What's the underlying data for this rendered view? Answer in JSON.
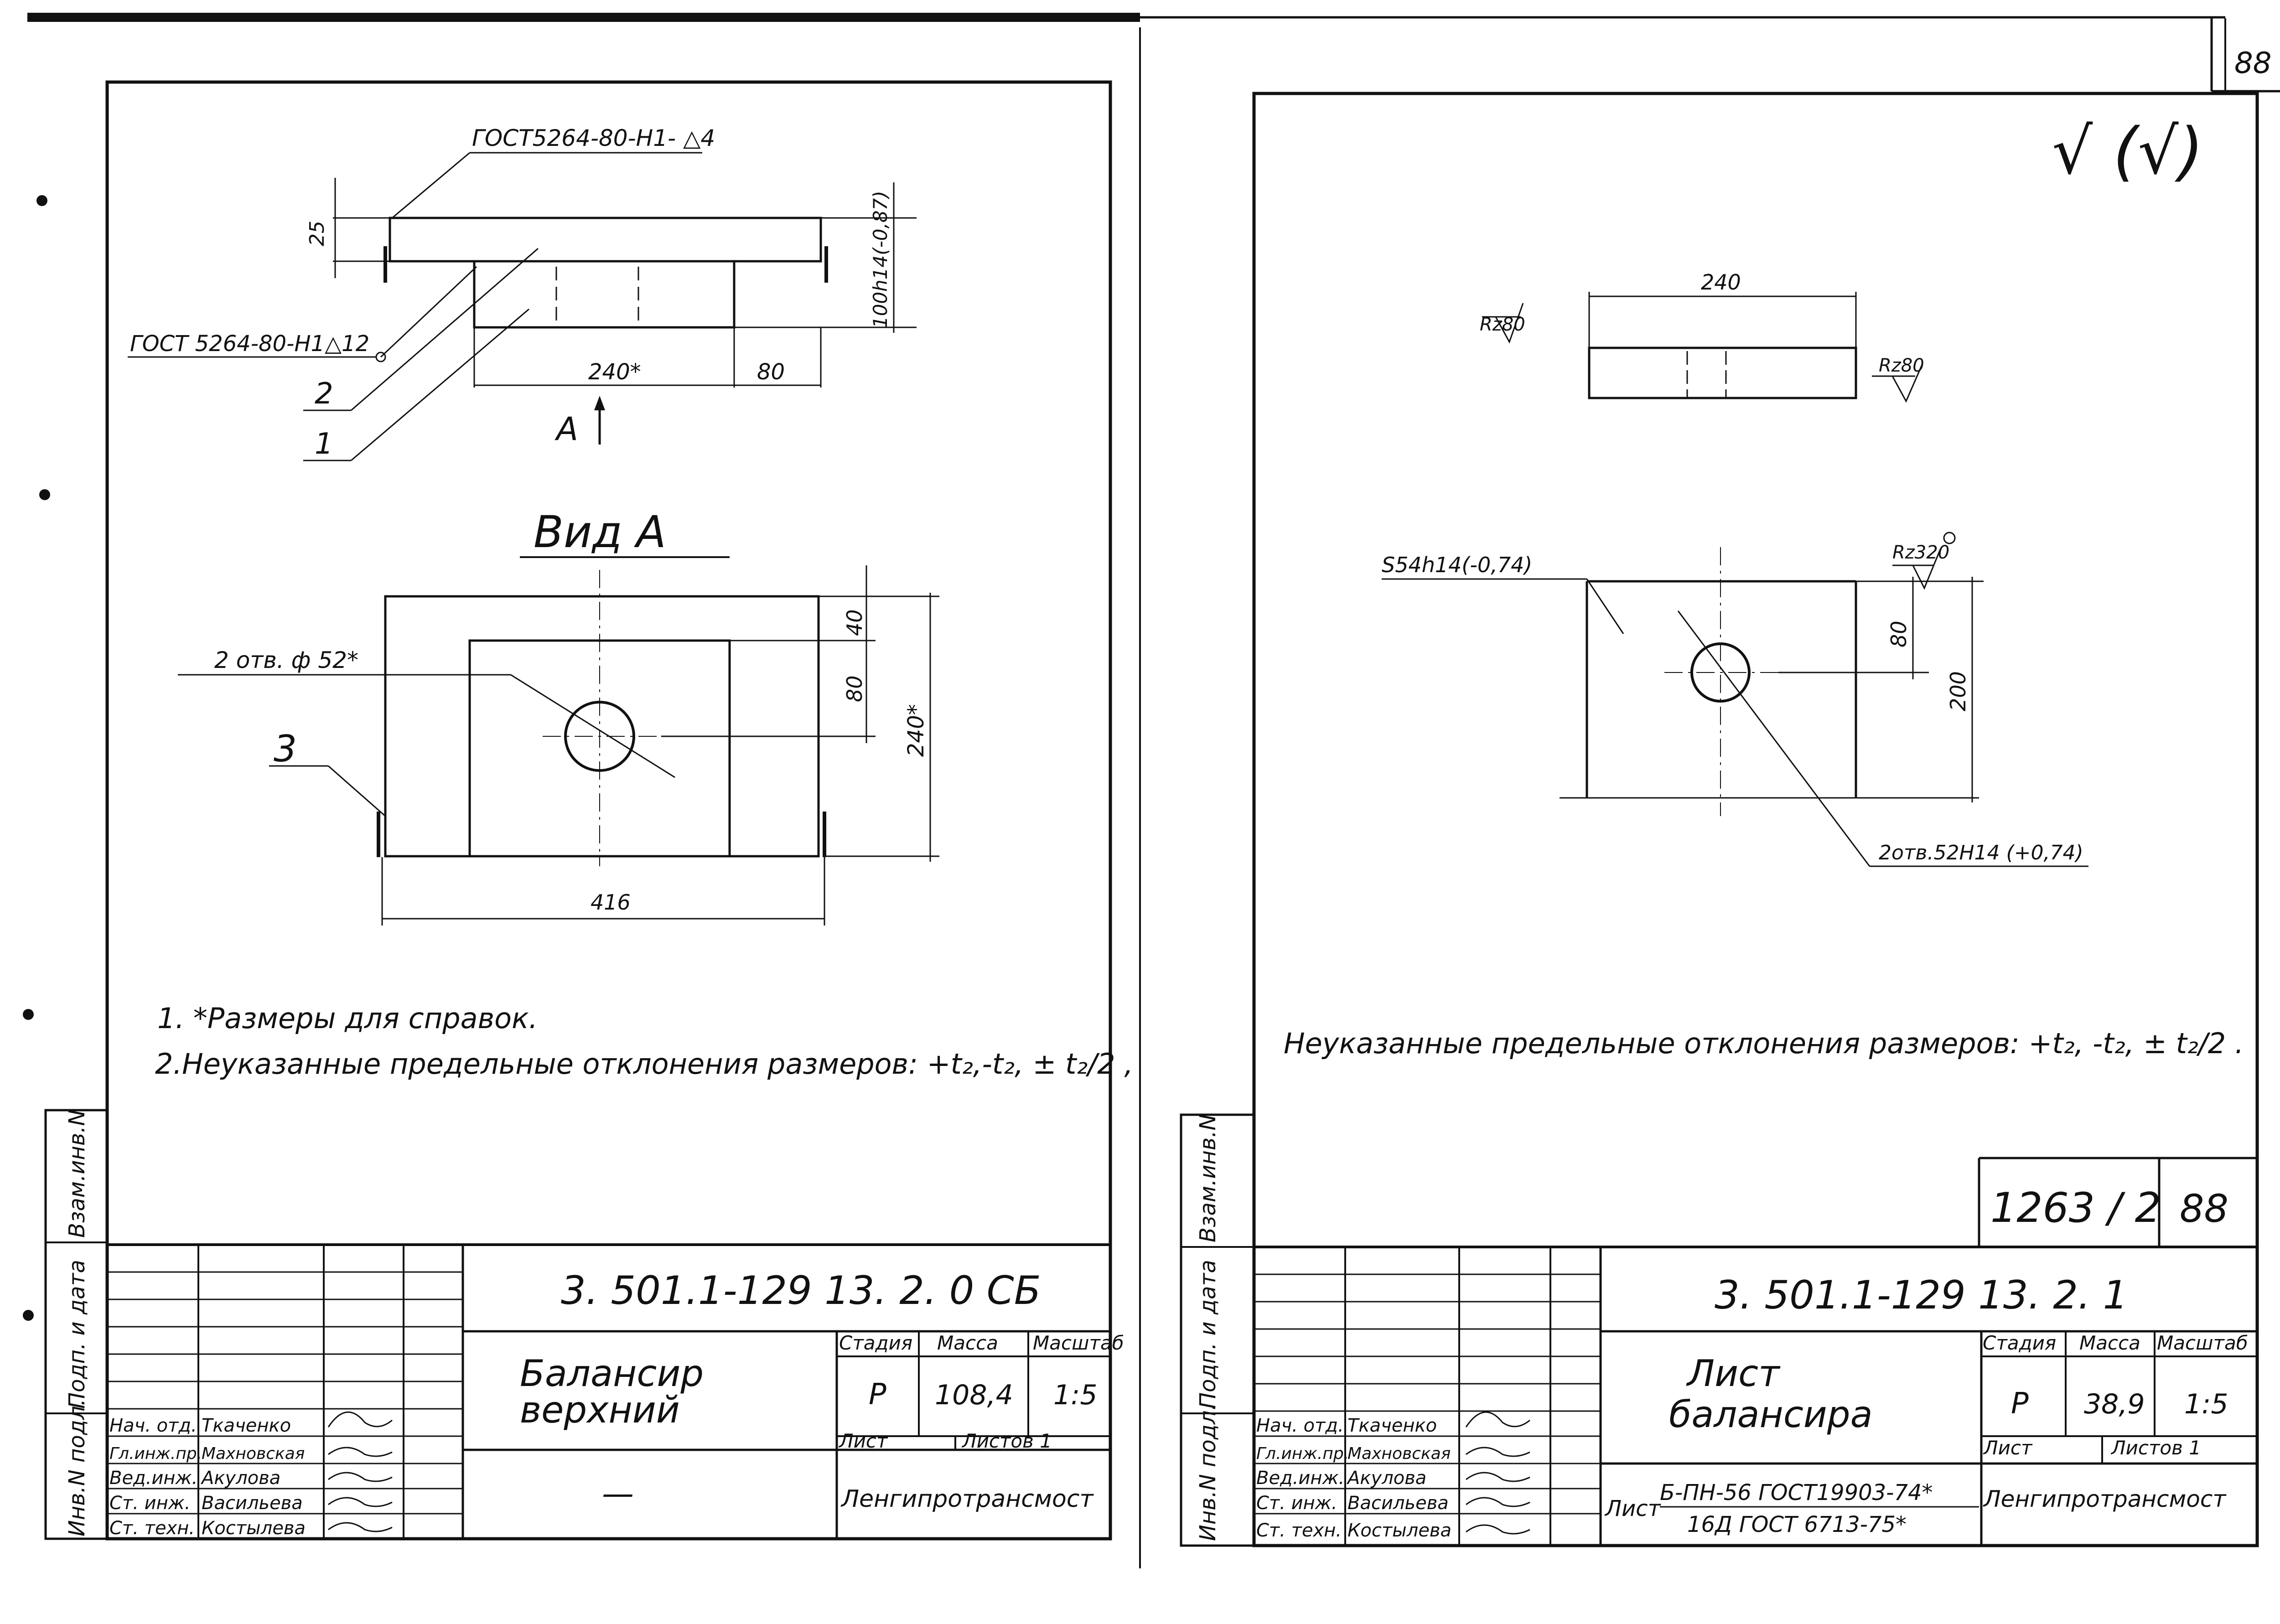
{
  "page_number": "88",
  "left_sheet": {
    "weld_top": "ГОСТ5264-80-Н1- △4",
    "weld_left": "ГОСТ 5264-80-Н1△12",
    "dim_25": "25",
    "dim_100": "100h14(-0,87)",
    "dim_240": "240*",
    "dim_80": "80",
    "label_2": "2",
    "label_1": "1",
    "view_arrow": "А",
    "view_title": "Вид  А",
    "holes": "2 отв. ф 52*",
    "label_3": "3",
    "dim_40_v": "40",
    "dim_80_v": "80",
    "dim_240_v": "240*",
    "dim_416": "416",
    "note_1": "1.  *Размеры для справок.",
    "note_2": "2.Неуказанные предельные отклонения размеров: +t₂,-t₂, ± t₂/2 ,",
    "side_1": "Взам.инв.N",
    "side_2": "Подп. и дата",
    "side_3": "Инв.N подл.",
    "doc_number": "3. 501.1-129 13. 2. 0 СБ",
    "title_line1": "Балансир",
    "title_line2": "верхний",
    "col_stage": "Стадия",
    "col_mass": "Масса",
    "col_scale": "Масштаб",
    "stage": "Р",
    "mass": "108,4",
    "scale": "1:5",
    "sheet": "Лист",
    "sheets": "Листов 1",
    "material": "—",
    "org": "Ленгипротрансмост",
    "signers": [
      {
        "role": "Нач. отд.",
        "name": "Ткаченко"
      },
      {
        "role": "Гл.инж.пр.",
        "name": "Махновская"
      },
      {
        "role": "Вед.инж.",
        "name": "Акулова"
      },
      {
        "role": "Ст. инж.",
        "name": "Васильева"
      },
      {
        "role": "Ст. техн.",
        "name": "Костылева"
      }
    ]
  },
  "right_sheet": {
    "roughness_sym": "√ (√)",
    "dim_240": "240",
    "rz80_left": "Rz80",
    "rz80_right": "Rz80",
    "thickness": "S54h14(-0,74)",
    "rz320": "Rz320",
    "dim_80": "80",
    "dim_200": "200",
    "holes": "2отв.52H14 (+0,74)",
    "note": "Неуказанные предельные отклонения размеров: +t₂, -t₂, ± t₂/2 .",
    "reg_number": "1263 / 2",
    "reg_page": "88",
    "side_1": "Взам.инв.N",
    "side_2": "Подп. и дата",
    "side_3": "Инв.N подл.",
    "doc_number": "3. 501.1-129 13. 2. 1",
    "title_line1": "Лист",
    "title_line2": "балансира",
    "col_stage": "Стадия",
    "col_mass": "Масса",
    "col_scale": "Масштаб",
    "stage": "Р",
    "mass": "38,9",
    "scale": "1:5",
    "sheet": "Лист",
    "sheets": "Листов 1",
    "material_prefix": "Лист",
    "material_line1": "Б-ПН-56 ГОСТ19903-74*",
    "material_line2": "16Д  ГОСТ 6713-75*",
    "org": "Ленгипротрансмост",
    "signers": [
      {
        "role": "Нач. отд.",
        "name": "Ткаченко"
      },
      {
        "role": "Гл.инж.пр.",
        "name": "Махновская"
      },
      {
        "role": "Вед.инж.",
        "name": "Акулова"
      },
      {
        "role": "Ст. инж.",
        "name": "Васильева"
      },
      {
        "role": "Ст. техн.",
        "name": "Костылева"
      }
    ]
  }
}
